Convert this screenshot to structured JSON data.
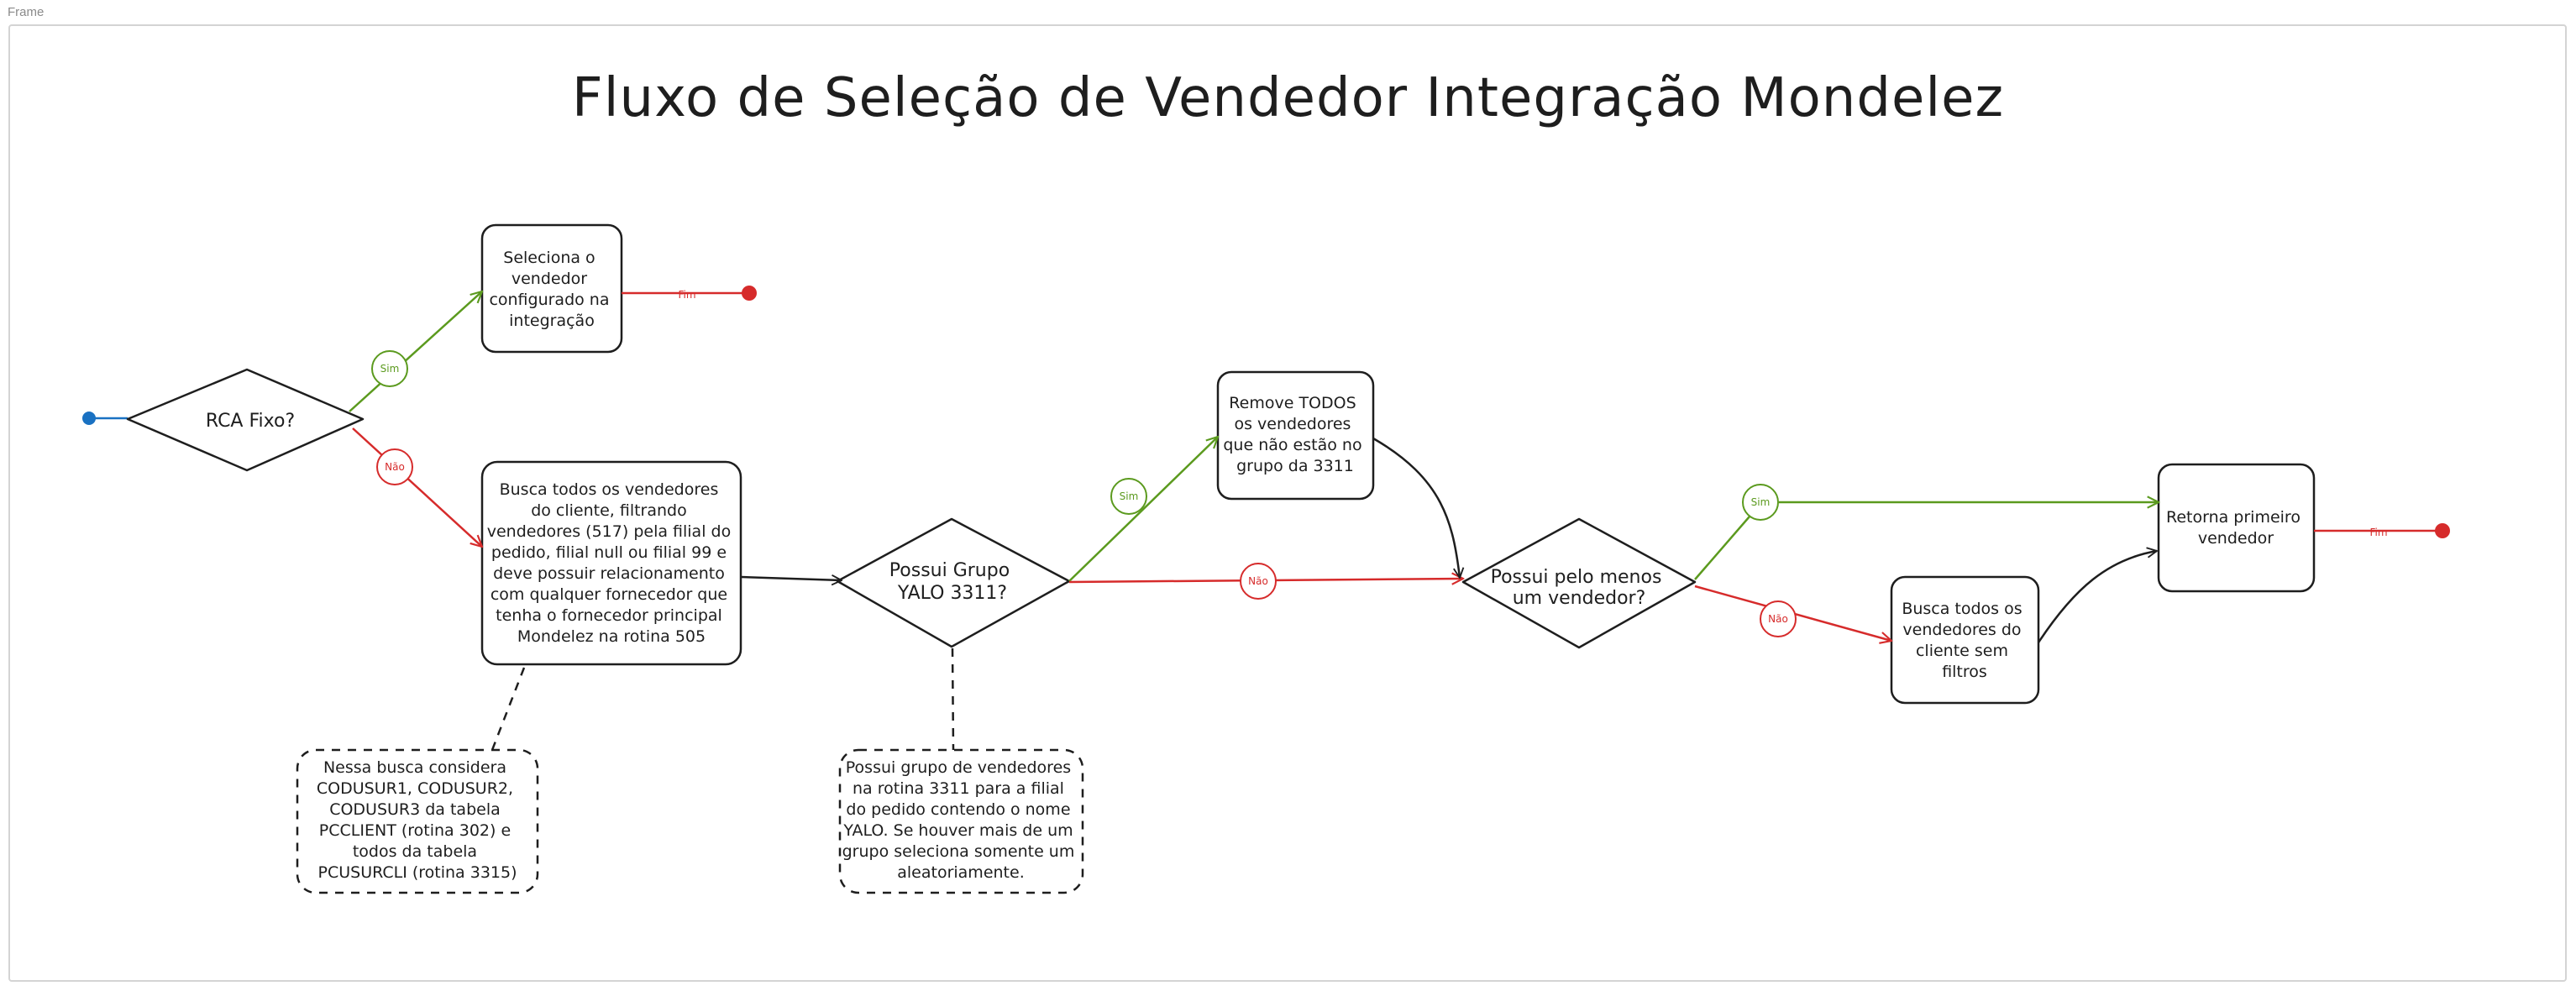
{
  "frame": {
    "label": "Frame"
  },
  "title": "Fluxo de Seleção de Vendedor Integração Mondelez",
  "colors": {
    "green": "#5b9a1e",
    "red": "#d62b2b",
    "blue": "#1971c2",
    "ink": "#1e1e1e"
  },
  "nodes": {
    "rca_fixo": [
      "RCA Fixo?"
    ],
    "seleciona_vendedor": [
      "Seleciona o",
      "vendedor",
      "configurado na",
      "integração"
    ],
    "busca_todos": [
      "Busca todos os vendedores",
      "do cliente, filtrando",
      "vendedores (517) pela filial do",
      "pedido, filial null ou filial 99 e",
      "deve possuir relacionamento",
      "com qualquer fornecedor que",
      "tenha o fornecedor principal",
      "Mondelez na rotina 505"
    ],
    "possui_grupo": [
      "Possui Grupo",
      "YALO 3311?"
    ],
    "remove_todos": [
      "Remove TODOS",
      "os vendedores",
      "que não estão no",
      "grupo da 3311"
    ],
    "possui_vendedor": [
      "Possui pelo menos",
      "um vendedor?"
    ],
    "busca_sem_filtros": [
      "Busca todos os",
      "vendedores do",
      "cliente sem",
      "filtros"
    ],
    "retorna_primeiro": [
      "Retorna primeiro",
      "vendedor"
    ]
  },
  "notes": {
    "nessa_busca": [
      "Nessa busca considera",
      "CODUSUR1, CODUSUR2,",
      "CODUSUR3 da tabela",
      "PCCLIENT (rotina 302) e",
      "todos da tabela",
      "PCUSURCLI (rotina 3315)"
    ],
    "possui_grupo_nota": [
      "Possui grupo de vendedores",
      "na rotina 3311 para a filial",
      "do pedido contendo o nome",
      "YALO. Se houver mais de um",
      "grupo seleciona somente um",
      "aleatoriamente."
    ]
  },
  "labels": {
    "sim": "Sim",
    "nao": "Não",
    "fim": "Fim"
  }
}
